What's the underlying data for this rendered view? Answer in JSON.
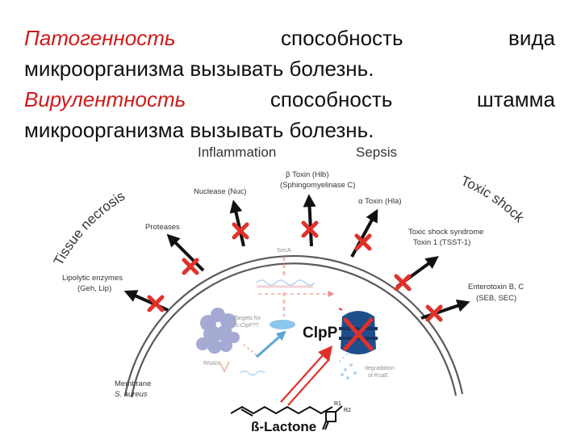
{
  "slide": {
    "line1": {
      "term": "Патогенность",
      "w1": "способность",
      "w2": "вида"
    },
    "line2": "микроорганизма вызывать болезнь.",
    "line3": {
      "term": "Вирулентность",
      "w1": "способность",
      "w2": "штамма"
    },
    "line4": "микроорганизма вызывать болезнь."
  },
  "diagram": {
    "headers": {
      "inflammation": "Inflammation",
      "sepsis": "Sepsis",
      "tissue_necrosis": "Tissue necrosis",
      "toxic_shock": "Toxic shock"
    },
    "factors": {
      "nuclease": "Nuclease (Nuc)",
      "beta_toxin_1": "β Toxin (Hlb)",
      "beta_toxin_2": "(Sphingomyelinase C)",
      "alpha_toxin": "α Toxin (Hla)",
      "proteases": "Proteases",
      "tsst_1": "Toxic shock syndrome",
      "tsst_2": "Toxin 1 (TSST-1)",
      "lipolytic_1": "Lipolytic enzymes",
      "lipolytic_2": "(Geh, Lip)",
      "enterotoxin_1": "Enterotoxin B, C",
      "enterotoxin_2": "(SEB, SEC)"
    },
    "inner": {
      "secA": "SecA",
      "targets_1": "Targets for",
      "targets_2": "ts-ClpP??",
      "rna": "RNAIII",
      "degradation_1": "degradation",
      "degradation_2": "of RsaE",
      "clpp": "ClpP"
    },
    "membrane_1": "Membrane",
    "membrane_2": "S. aureus",
    "lactone": "ß-Lactone",
    "r1": "R1",
    "r2": "R2",
    "colors": {
      "arrow": "#111111",
      "cross": "#e0312b",
      "clpp": "#1f4e8c",
      "blue": "#5aa6d8",
      "membrane": "#5a5a5a"
    }
  }
}
